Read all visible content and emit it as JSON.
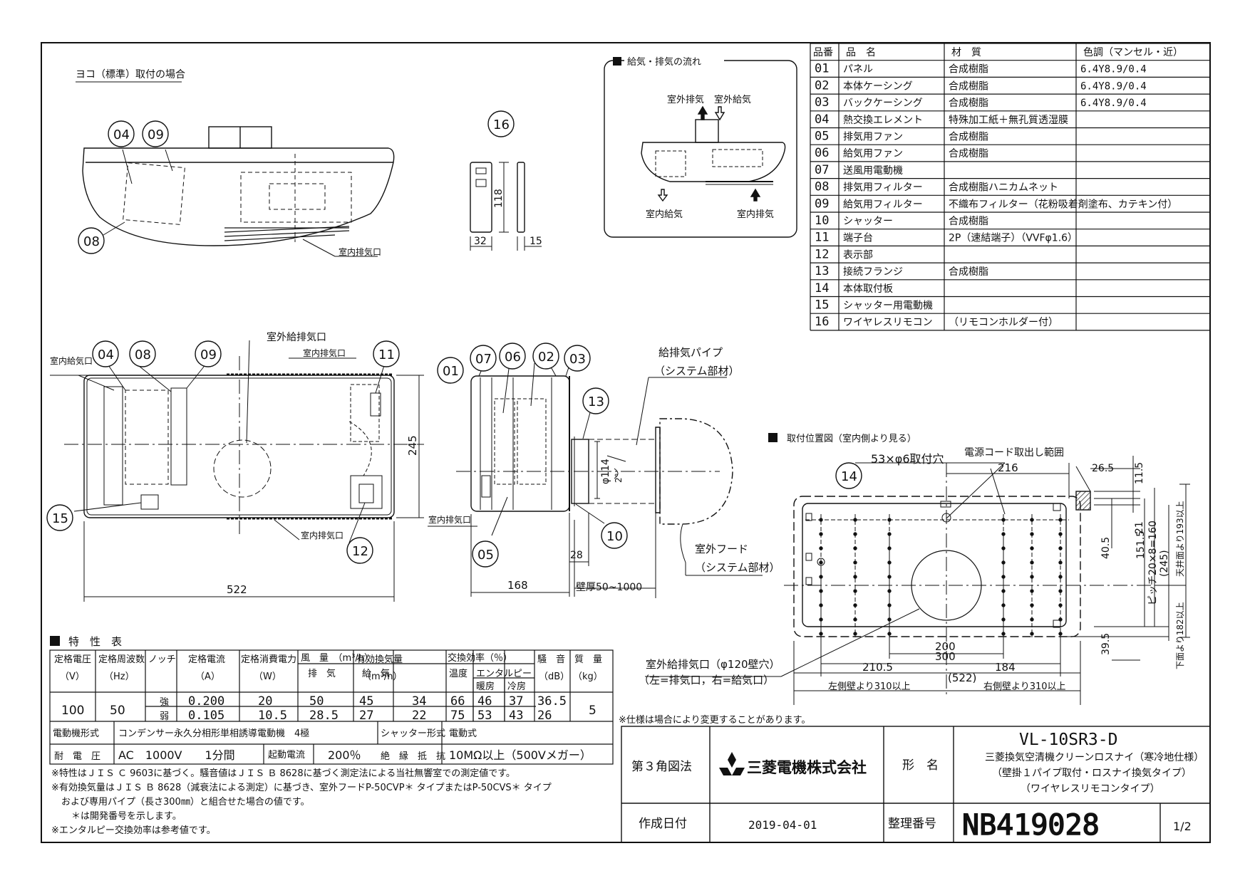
{
  "views": {
    "front_title": "ヨコ（標準）取付の場合",
    "outlet_label": "室内排気口",
    "flow_title": "給気・排気の流れ",
    "flow_out_exhaust": "室外排気",
    "flow_out_supply": "室外給気",
    "flow_in_supply": "室内給気",
    "flow_in_exhaust": "室内排気",
    "remote_height": "118",
    "remote_width": "32",
    "remote_depth": "15",
    "plan_label_outdoor": "室外給排気口",
    "plan_label_indoor_top": "室内排気口",
    "plan_label_indoor_supply": "室内給気口",
    "plan_label_indoor_bottom": "室内排気口",
    "plan_height": "245",
    "plan_width": "522",
    "side_indoor_exhaust": "室内排気口",
    "pipe_label": "給排気パイプ",
    "pipe_sub": "（システム部材）",
    "hood_label": "室外フード",
    "hood_sub": "（システム部材）",
    "side_depth": "168",
    "side_flange": "28",
    "wall_range": "壁厚50~1000",
    "pipe_dia": "φ114",
    "pipe_angle": "2°",
    "mount_title": "取付位置図（室内側より見る）",
    "holes": "53×φ6取付穴",
    "cord_range": "電源コード取出し範囲",
    "d216": "216",
    "d26_5": "26.5",
    "d11_5": "11.5",
    "d21": "21",
    "d40_5": "40.5",
    "d151_5": "151.5",
    "pitch": "ピッチ20×8=160",
    "d245": "(245)",
    "ceiling": "天井面より193以上",
    "floor": "下面より182以上",
    "d39_5": "39.5",
    "d200": "200",
    "d300": "300",
    "d210_5": "210.5",
    "d184": "184",
    "d522": "(522)",
    "left_wall": "左側壁より310以上",
    "right_wall": "右側壁より310以上",
    "wall_hole": "室外給排気口（φ120壁穴）",
    "wall_hole_sub": "（左=排気口，右=給気口）",
    "spec_note": "※仕様は場合により変更することがあります。"
  },
  "callouts": [
    "01",
    "02",
    "03",
    "04",
    "05",
    "06",
    "07",
    "08",
    "09",
    "10",
    "11",
    "12",
    "13",
    "14",
    "15",
    "16"
  ],
  "parts": {
    "headers": [
      "品番",
      "品　名",
      "材　質",
      "色調（マンセル・近）"
    ],
    "rows": [
      [
        "01",
        "パネル",
        "合成樹脂",
        "6.4Y8.9/0.4"
      ],
      [
        "02",
        "本体ケーシング",
        "合成樹脂",
        "6.4Y8.9/0.4"
      ],
      [
        "03",
        "バックケーシング",
        "合成樹脂",
        "6.4Y8.9/0.4"
      ],
      [
        "04",
        "熱交換エレメント",
        "特殊加工紙＋無孔質透湿膜",
        ""
      ],
      [
        "05",
        "排気用ファン",
        "合成樹脂",
        ""
      ],
      [
        "06",
        "給気用ファン",
        "合成樹脂",
        ""
      ],
      [
        "07",
        "送風用電動機",
        "",
        ""
      ],
      [
        "08",
        "排気用フィルター",
        "合成樹脂ハニカムネット",
        ""
      ],
      [
        "09",
        "給気用フィルター",
        "不織布フィルター（花粉吸着剤塗布、カテキン付）",
        ""
      ],
      [
        "10",
        "シャッター",
        "合成樹脂",
        ""
      ],
      [
        "11",
        "端子台",
        "2P（速結端子）（VVFφ1.6）",
        ""
      ],
      [
        "12",
        "表示部",
        "",
        ""
      ],
      [
        "13",
        "接続フランジ",
        "合成樹脂",
        ""
      ],
      [
        "14",
        "本体取付板",
        "",
        ""
      ],
      [
        "15",
        "シャッター用電動機",
        "",
        ""
      ],
      [
        "16",
        "ワイヤレスリモコン",
        "（リモコンホルダー付）",
        ""
      ]
    ]
  },
  "specs": {
    "title": "特　性　表",
    "h_voltage": "定格電圧",
    "h_voltage_u": "（V）",
    "h_freq": "定格周波数",
    "h_freq_u": "（Hz）",
    "h_notch": "ノッチ",
    "h_current": "定格電流",
    "h_current_u": "（A）",
    "h_power": "定格消費電力",
    "h_power_u": "（W）",
    "h_air": "風　量　（m³/h）",
    "h_exhaust": "排　気",
    "h_supply": "給　気",
    "h_effective": "有効換気量",
    "h_effective_u": "（m³/h）",
    "h_eff": "交換効率（％）",
    "h_temp": "温度",
    "h_enthalpy": "エンタルピー",
    "h_heat": "暖房",
    "h_cool": "冷房",
    "h_noise": "騒　音",
    "h_noise_u": "（dB）",
    "h_mass": "質　量",
    "h_mass_u": "（kg）",
    "voltage": "100",
    "freq": "50",
    "mass": "5",
    "rows": [
      {
        "notch": "強",
        "current": "0.200",
        "power": "20",
        "exhaust": "50",
        "supply": "45",
        "effective": "34",
        "temp": "66",
        "heat": "46",
        "cool": "37",
        "noise": "36.5"
      },
      {
        "notch": "弱",
        "current": "0.105",
        "power": "10.5",
        "exhaust": "28.5",
        "supply": "27",
        "effective": "22",
        "temp": "75",
        "heat": "53",
        "cool": "43",
        "noise": "26"
      }
    ],
    "motor_label": "電動機形式",
    "motor_value": "コンデンサー永久分相形単相誘導電動機　4極",
    "shutter_label": "シャッター形式",
    "shutter_value": "電動式",
    "withstand_label": "耐　電　圧",
    "withstand_value": "AC　1000V　　1分間",
    "inrush_label": "起動電流",
    "inrush_value": "200％",
    "insulation_label": "絶　縁　抵　抗",
    "insulation_value": "10MΩ以上（500Vメガー）"
  },
  "notes": [
    "※特性はＪＩＳ Ｃ 9603に基づく。騒音値はＪＩＳ Ｂ 8628に基づく測定法による当社無響室での測定値です。",
    "※有効換気量はＪＩＳ Ｂ 8628（減衰法による測定）に基づき、室外フードP-50CVP＊ タイプまたはP-50CVS＊ タイプ",
    "および専用パイプ（長さ300㎜）と組合せた場合の値です。",
    "＊は開発番号を示します。",
    "※エンタルピー交換効率は参考値です。"
  ],
  "title_block": {
    "projection": "第３角図法",
    "company": "三菱電機株式会社",
    "model_label": "形　名",
    "model": "VL-10SR3-D",
    "desc1": "三菱換気空清機クリーンロスナイ（寒冷地仕様）",
    "desc2": "（壁掛１パイプ取付・ロスナイ換気タイプ）",
    "desc3": "（ワイヤレスリモコンタイプ）",
    "date_label": "作成日付",
    "date": "2019-04-01",
    "number_label": "整理番号",
    "number": "NB419028",
    "page": "1/2"
  }
}
